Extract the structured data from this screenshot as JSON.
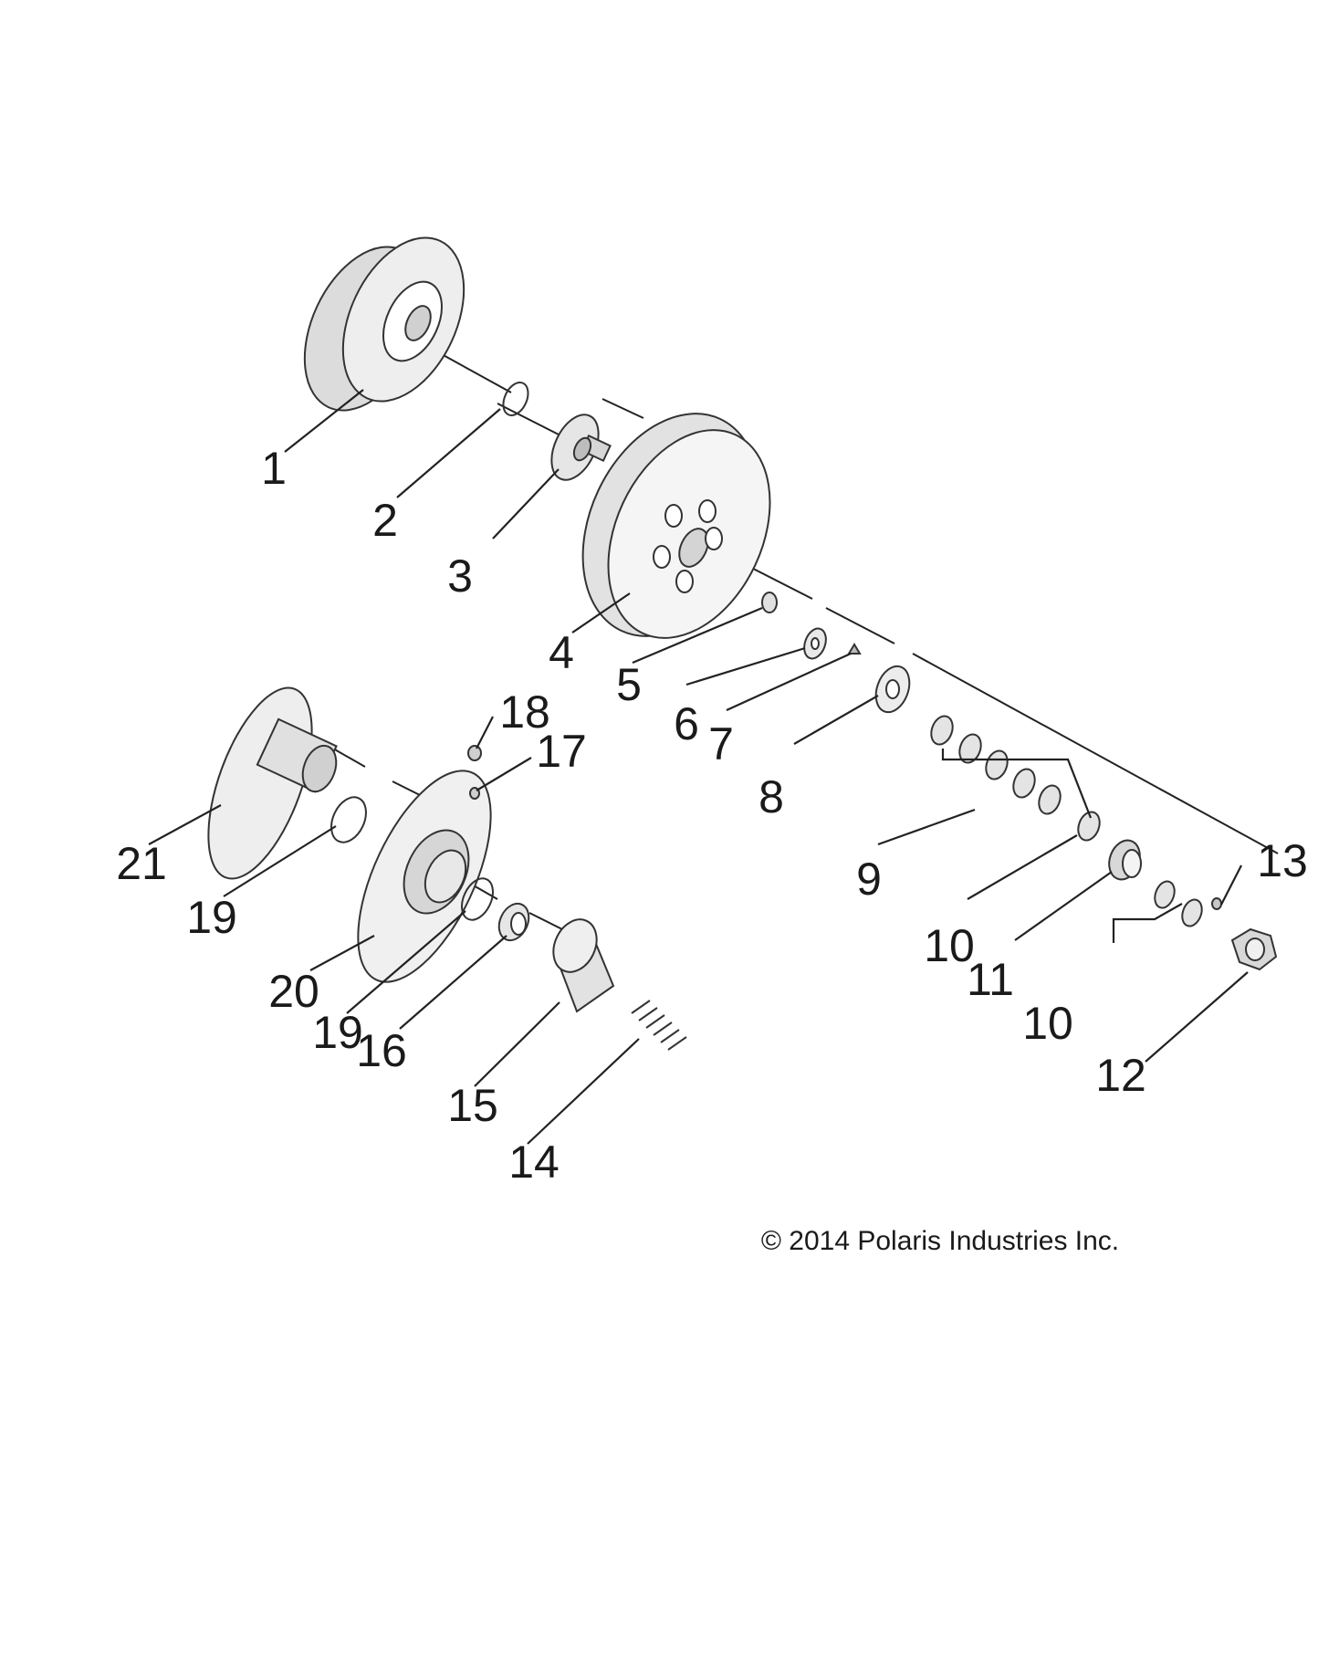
{
  "callouts": [
    "1",
    "2",
    "3",
    "4",
    "5",
    "6",
    "7",
    "8",
    "9",
    "10",
    "11",
    "10",
    "12",
    "13",
    "14",
    "15",
    "16",
    "19",
    "20",
    "19",
    "21",
    "18",
    "17"
  ],
  "copyright": "© 2014 Polaris Industries Inc."
}
